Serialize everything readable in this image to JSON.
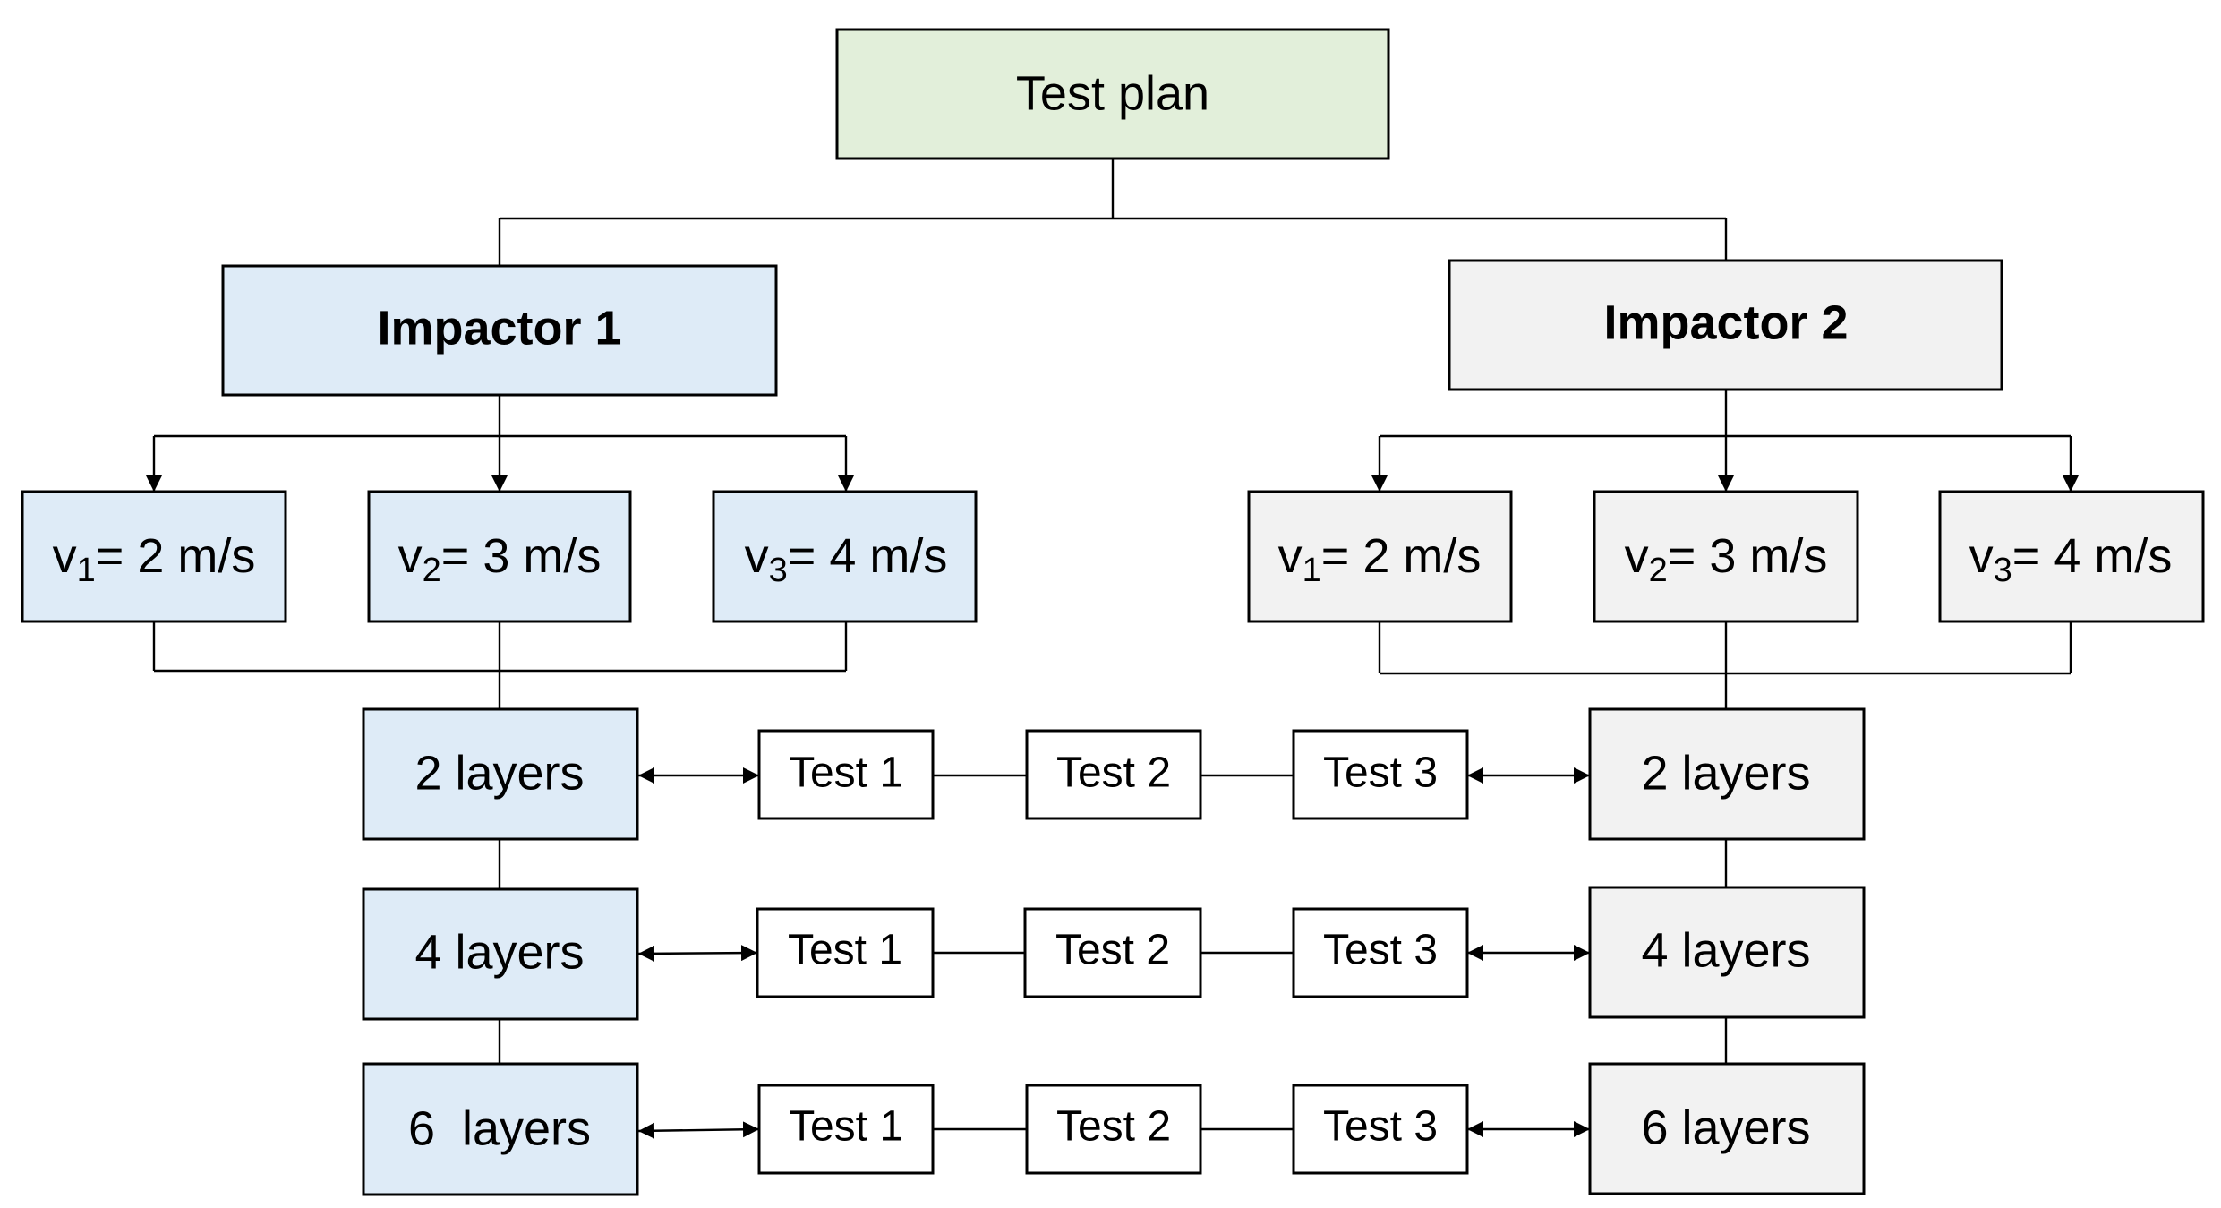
{
  "root": {
    "label": "Test plan",
    "color": "#e2efda"
  },
  "impactors": [
    {
      "label": "Impactor 1",
      "color": "#deebf7",
      "velocities": [
        {
          "symbol": "v",
          "sub": "1",
          "value": "= 2 m/s"
        },
        {
          "symbol": "v",
          "sub": "2",
          "value": "= 3 m/s"
        },
        {
          "symbol": "v",
          "sub": "3",
          "value": "= 4 m/s"
        }
      ],
      "layers": [
        "2 layers",
        "4 layers",
        "6  layers"
      ]
    },
    {
      "label": "Impactor 2",
      "color": "#f2f2f2",
      "velocities": [
        {
          "symbol": "v",
          "sub": "1",
          "value": "= 2 m/s"
        },
        {
          "symbol": "v",
          "sub": "2",
          "value": "= 3 m/s"
        },
        {
          "symbol": "v",
          "sub": "3",
          "value": "= 4 m/s"
        }
      ],
      "layers": [
        "2 layers",
        "4 layers",
        "6 layers"
      ]
    }
  ],
  "test_rows": [
    [
      "Test 1",
      "Test 2",
      "Test 3"
    ],
    [
      "Test 1",
      "Test 2",
      "Test 3"
    ],
    [
      "Test 1",
      "Test 2",
      "Test 3"
    ]
  ],
  "test_color": "#ffffff"
}
